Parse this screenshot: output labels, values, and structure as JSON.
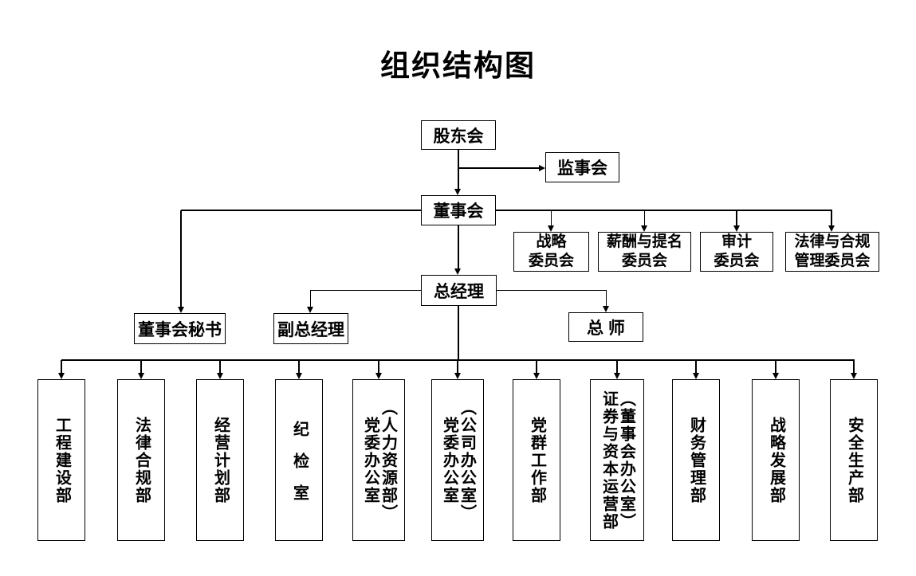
{
  "title": "组织结构图",
  "colors": {
    "line": "#000000",
    "text": "#000000",
    "background": "#ffffff"
  },
  "nodes": {
    "shareholders": "股东会",
    "supervisory": "监事会",
    "board": "董事会",
    "general_manager": "总经理",
    "board_secretary": "董事会秘书",
    "deputy_general_manager": "副总经理",
    "chief_engineer": "总 师"
  },
  "committees": [
    {
      "lines": [
        "战略",
        "委员会"
      ]
    },
    {
      "lines": [
        "薪酬与提名",
        "委员会"
      ]
    },
    {
      "lines": [
        "审计",
        "委员会"
      ]
    },
    {
      "lines": [
        "法律与合规",
        "管理委员会"
      ]
    }
  ],
  "departments": [
    {
      "columns": [
        "工程建设部"
      ]
    },
    {
      "columns": [
        "法律合规部"
      ]
    },
    {
      "columns": [
        "经营计划部"
      ]
    },
    {
      "columns": [
        "纪检室"
      ],
      "spaced": true
    },
    {
      "columns": [
        "党委办公室",
        "（人力资源部）"
      ]
    },
    {
      "columns": [
        "党委办公室",
        "（公司办公室）"
      ]
    },
    {
      "columns": [
        "党群工作部"
      ]
    },
    {
      "columns": [
        "证券与资本运营部",
        "（董事会办公室）"
      ]
    },
    {
      "columns": [
        "财务管理部"
      ]
    },
    {
      "columns": [
        "战略发展部"
      ]
    },
    {
      "columns": [
        "安全生产部"
      ]
    }
  ]
}
